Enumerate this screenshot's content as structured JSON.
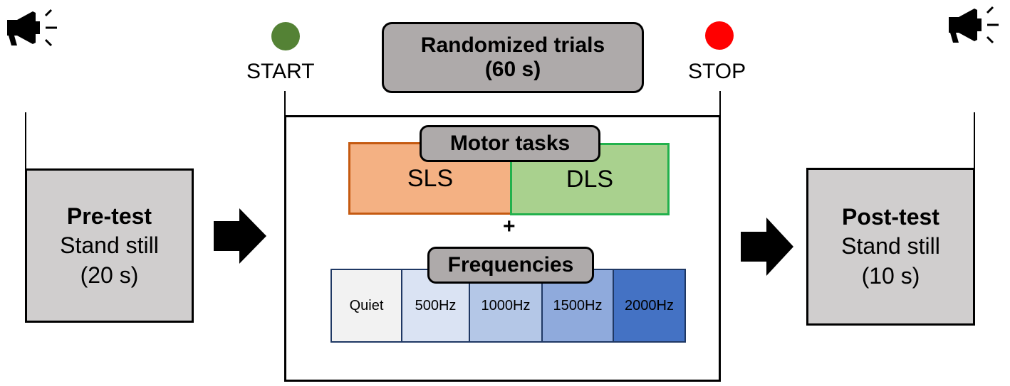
{
  "pre_test": {
    "title": "Pre-test",
    "line1": "Stand still",
    "line2": "(20 s)"
  },
  "post_test": {
    "title": "Post-test",
    "line1": "Stand still",
    "line2": "(10 s)"
  },
  "randomized": {
    "line1": "Randomized trials",
    "line2": "(60 s)"
  },
  "start": {
    "label": "START",
    "color": "#548235"
  },
  "stop": {
    "label": "STOP",
    "color": "#ff0000"
  },
  "motor": {
    "title": "Motor tasks",
    "tasks": [
      {
        "label": "SLS",
        "fill": "#f4b183",
        "border": "#c55a11"
      },
      {
        "label": "DLS",
        "fill": "#a9d18e",
        "border": "#22b14c"
      }
    ]
  },
  "plus": "+",
  "frequencies": {
    "title": "Frequencies",
    "cells": [
      {
        "label": "Quiet",
        "fill": "#f2f2f2"
      },
      {
        "label": "500Hz",
        "fill": "#dae3f3"
      },
      {
        "label": "1000Hz",
        "fill": "#b4c7e7"
      },
      {
        "label": "1500Hz",
        "fill": "#8faadc"
      },
      {
        "label": "2000Hz",
        "fill": "#4472c4"
      }
    ]
  },
  "icons": {
    "left": "megaphone-icon",
    "right": "megaphone-icon",
    "arrows": "right-arrow-icon"
  }
}
